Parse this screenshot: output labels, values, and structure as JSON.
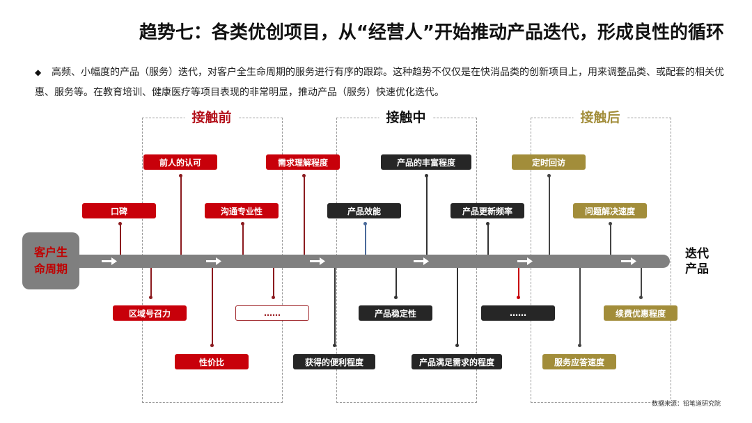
{
  "title": "趋势七：各类优创项目，从“经营人”开始推动产品迭代，形成良性的循环",
  "bullet": {
    "icon": "diamond-bullet-icon",
    "text": "高频、小幅度的产品（服务）迭代，对客户全生命周期的服务进行有序的跟踪。这种趋势不仅仅是在快消品类的创新项目上，用来调整品类、或配套的相关优惠、服务等。在教育培训、健康医疗等项目表现的非常明显，推动产品（服务）快速优化迭代。"
  },
  "colors": {
    "red": "#c8000a",
    "dark": "#262626",
    "gold": "#a28d3a",
    "axis": "#808080",
    "dashed_border": "#9a9a9a"
  },
  "diagram": {
    "start_label": "客户生命周期",
    "start_label_lines": [
      "客户生",
      "命周期"
    ],
    "end_label_lines": [
      "迭代",
      "产品"
    ],
    "sections": [
      {
        "name": "接触前",
        "color": "#b3101a"
      },
      {
        "name": "接触中",
        "color": "#111111"
      },
      {
        "name": "接触后",
        "color": "#a28d3a"
      }
    ],
    "factors": [
      {
        "label": "前人的认可",
        "stage": "接触前",
        "style": "red"
      },
      {
        "label": "需求理解程度",
        "stage": "接触前",
        "style": "red"
      },
      {
        "label": "口碑",
        "stage": "接触前",
        "style": "red"
      },
      {
        "label": "沟通专业性",
        "stage": "接触前",
        "style": "red"
      },
      {
        "label": "区域号召力",
        "stage": "接触前",
        "style": "red"
      },
      {
        "label": "……",
        "stage": "接触前",
        "style": "outline"
      },
      {
        "label": "性价比",
        "stage": "接触前",
        "style": "red"
      },
      {
        "label": "产品的丰富程度",
        "stage": "接触中",
        "style": "dark"
      },
      {
        "label": "产品效能",
        "stage": "接触中",
        "style": "dark"
      },
      {
        "label": "产品更新频率",
        "stage": "接触中",
        "style": "dark"
      },
      {
        "label": "产品稳定性",
        "stage": "接触中",
        "style": "dark"
      },
      {
        "label": "……",
        "stage": "接触中",
        "style": "dark"
      },
      {
        "label": "获得的便利程度",
        "stage": "接触中",
        "style": "dark"
      },
      {
        "label": "产品满足需求的程度",
        "stage": "接触中",
        "style": "dark"
      },
      {
        "label": "定时回访",
        "stage": "接触后",
        "style": "gold"
      },
      {
        "label": "问题解决速度",
        "stage": "接触后",
        "style": "gold"
      },
      {
        "label": "续费优惠程度",
        "stage": "接触后",
        "style": "gold"
      },
      {
        "label": "服务应答速度",
        "stage": "接触后",
        "style": "gold"
      }
    ]
  },
  "source": "数据来源：铅笔道研究院"
}
